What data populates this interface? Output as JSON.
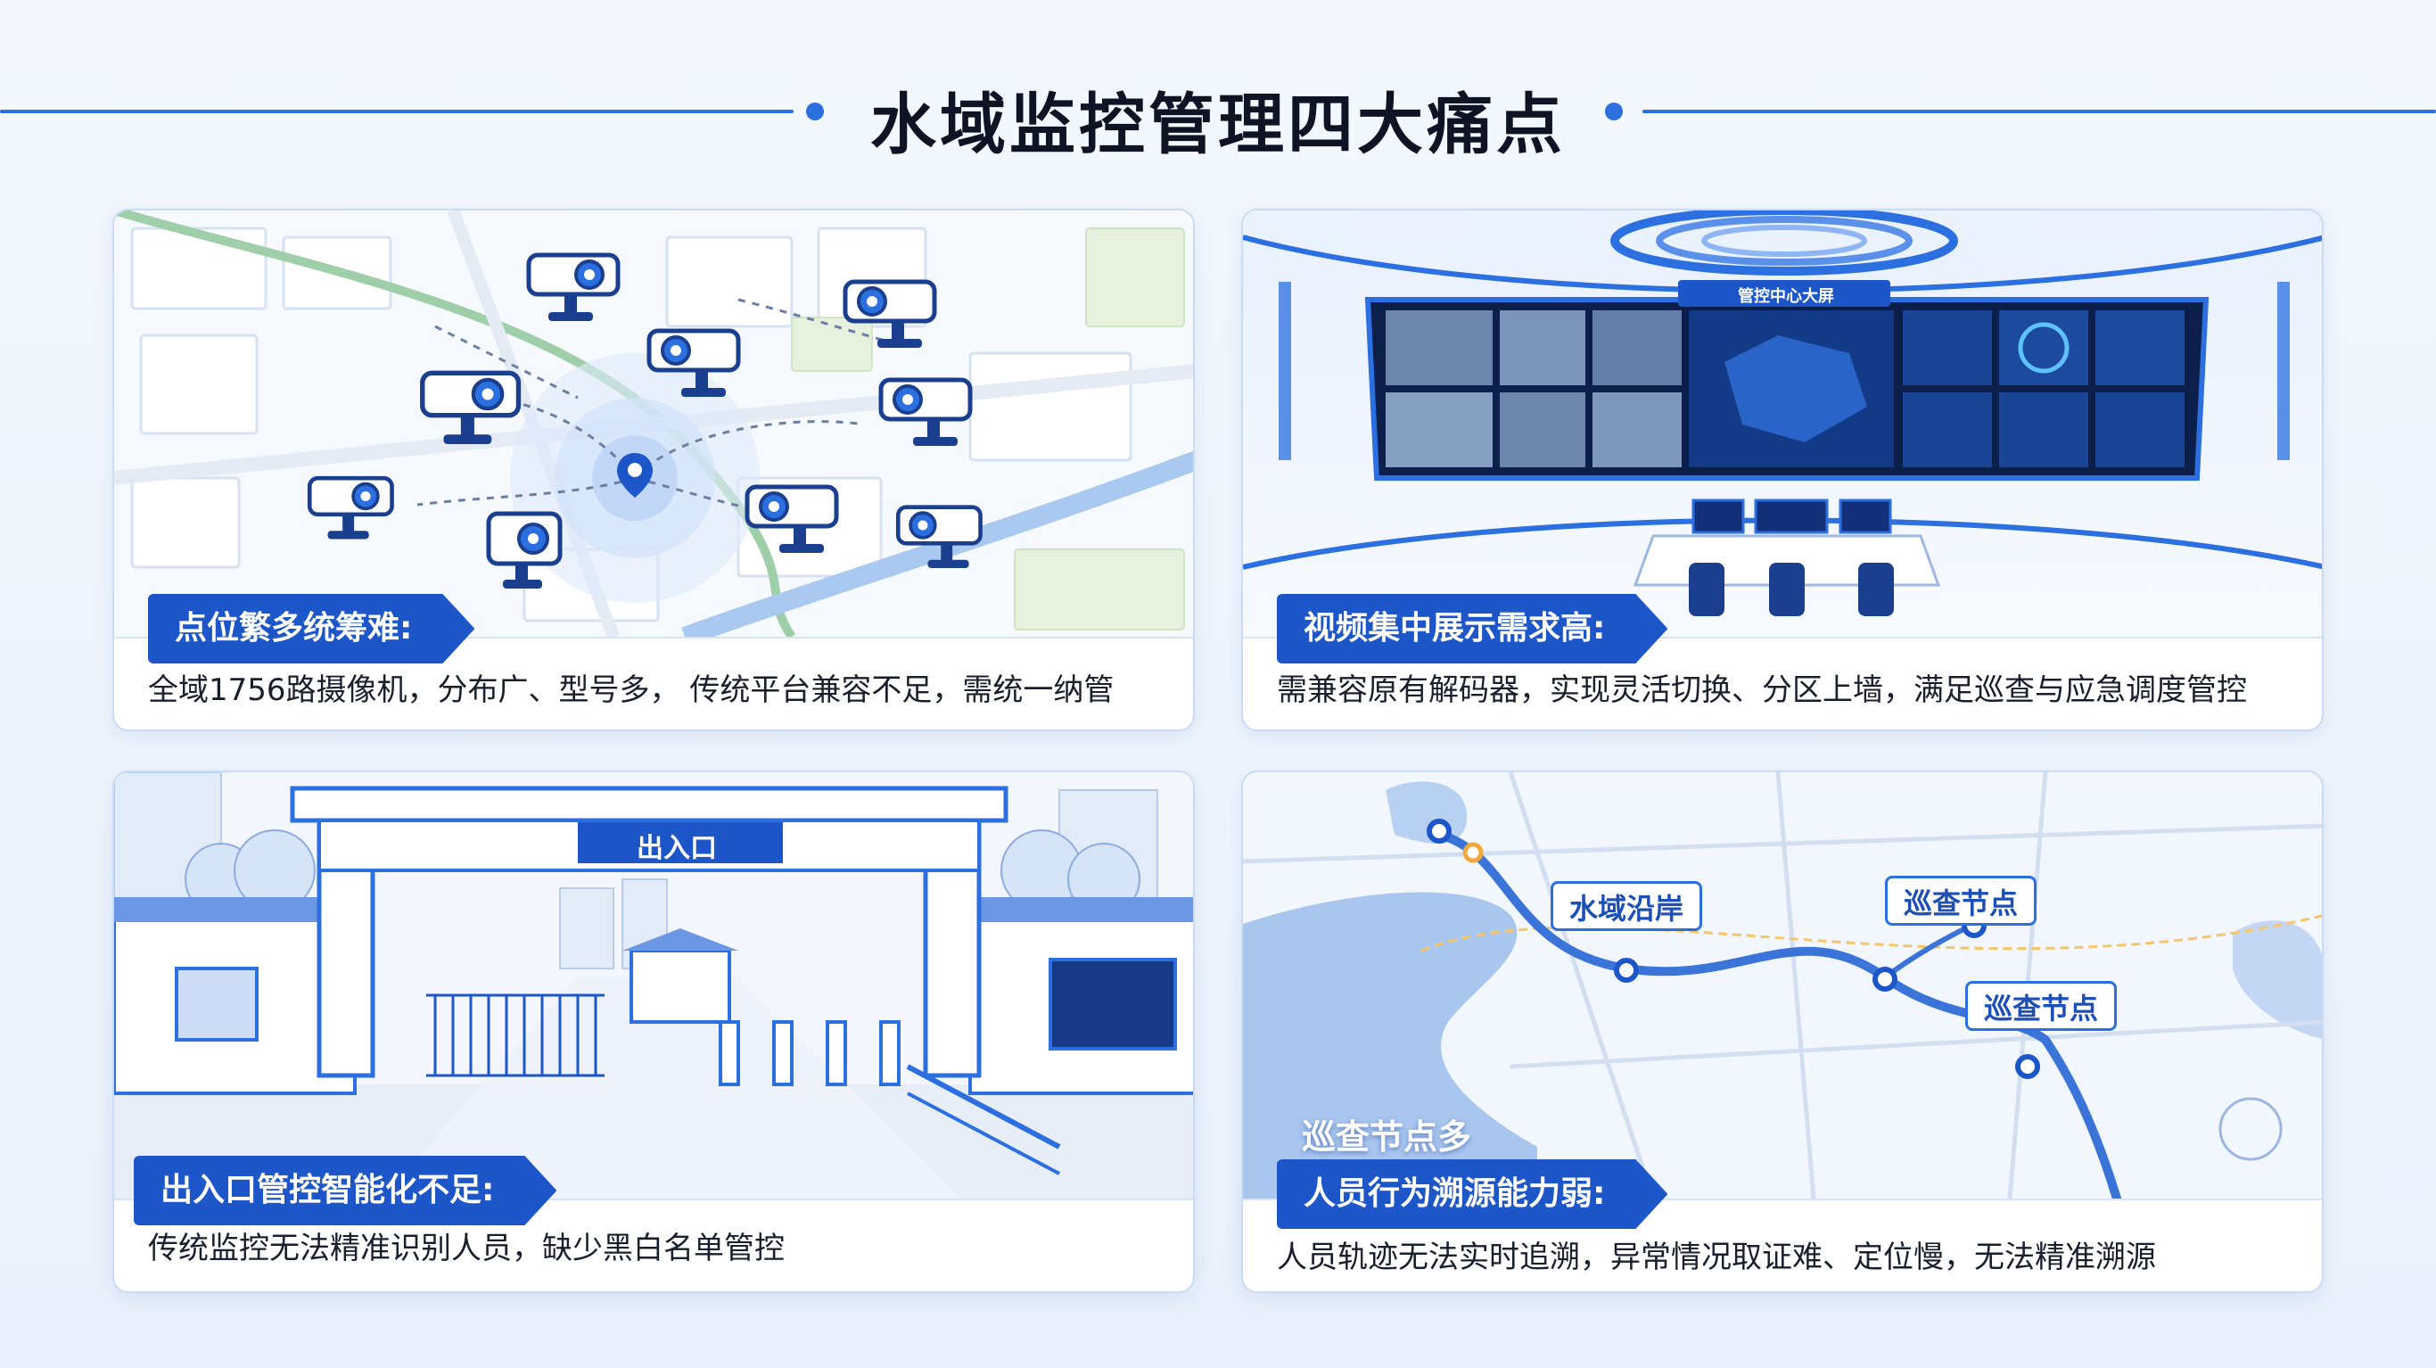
{
  "page": {
    "title": "水域监控管理四大痛点"
  },
  "colors": {
    "accent": "#1d56c9",
    "line": "#2c6fe0",
    "text": "#1a1f2e",
    "card_border": "#c9dbf5"
  },
  "cards": [
    {
      "tag": "点位繁多统筹难:",
      "desc": "全域1756路摄像机，分布广、型号多， 传统平台兼容不足，需统一纳管",
      "icons": [
        "camera-icon",
        "location-pin-icon"
      ]
    },
    {
      "tag": "视频集中展示需求高:",
      "desc": "需兼容原有解码器，实现灵活切换、分区上墙，满足巡查与应急调度管控",
      "screen_label": "管控中心大屏"
    },
    {
      "tag": "出入口管控智能化不足:",
      "desc": "传统监控无法精准识别人员，缺少黑白名单管控",
      "gate_label": "出入口"
    },
    {
      "tag": "人员行为溯源能力弱:",
      "desc": "人员轨迹无法实时追溯，异常情况取证难、定位慢，无法精准溯源",
      "map_labels": [
        "水域沿岸",
        "巡查节点",
        "巡查节点"
      ],
      "overlay": "巡查节点多"
    }
  ]
}
